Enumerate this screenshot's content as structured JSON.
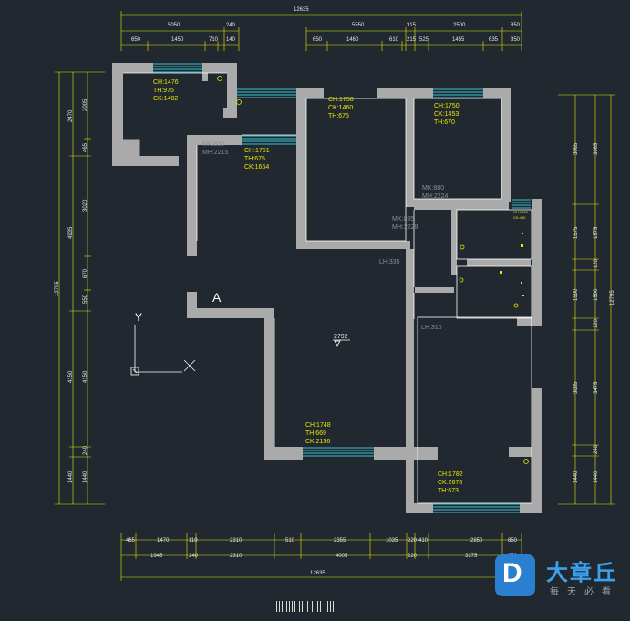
{
  "plan": {
    "overall_top": "12635",
    "overall_bottom": "12635",
    "overall_left": "12795",
    "overall_right": "12795",
    "top_row1": [
      "5050",
      "240",
      "5550",
      "315",
      "2500",
      "850"
    ],
    "top_row2": [
      "650",
      "1450",
      "710",
      "140",
      "650",
      "1460",
      "610",
      "215",
      "525",
      "1455",
      "635",
      "850"
    ],
    "bottom_row1": [
      "465",
      "1470",
      "110",
      "2310",
      "510",
      "2355",
      "1035",
      "220",
      "410",
      "2850",
      "850"
    ],
    "bottom_row2": [
      "1945",
      "240",
      "2310",
      "4005",
      "220",
      "3375",
      "850"
    ],
    "left_outer": [
      "2470",
      "4935",
      "4150",
      "1440"
    ],
    "left_inner": [
      "2005",
      "465",
      "3020",
      "670",
      "550",
      "4150",
      "240",
      "1440"
    ],
    "right_outer": [
      "3065",
      "1575",
      "1590",
      "3085",
      "1440"
    ],
    "right_inner": [
      "3065",
      "1575",
      "120",
      "1590",
      "120",
      "3475",
      "240",
      "1440"
    ],
    "room_marker": "A",
    "level_text": "2792",
    "axis_y": "Y",
    "labels_yellow": [
      [
        "CH:1476",
        "TH:975",
        "CK:1482"
      ],
      [
        "CH:1756",
        "CK:1460",
        "TH:675"
      ],
      [
        "CH:1750",
        "CK:1453",
        "TH:670"
      ],
      [
        "CH:1751",
        "TH:675",
        "CK:1654"
      ],
      [
        "CH:1748",
        "TH:669",
        "CK:2156"
      ],
      [
        "CH:1782",
        "CK:2678",
        "TH:673"
      ]
    ],
    "labels_gray": [
      [
        "MK:835",
        "MH:2215"
      ],
      [
        "MK:880",
        "MH:2224"
      ],
      [
        "MK:895",
        "MH:2229"
      ]
    ],
    "lh_labels": [
      "LH:335",
      "LH:310"
    ],
    "tiny_labels": [
      "CH:1000",
      "CK:450"
    ]
  },
  "logo": {
    "letter": "D",
    "title": "大章丘",
    "subtitle": "每天必看"
  }
}
